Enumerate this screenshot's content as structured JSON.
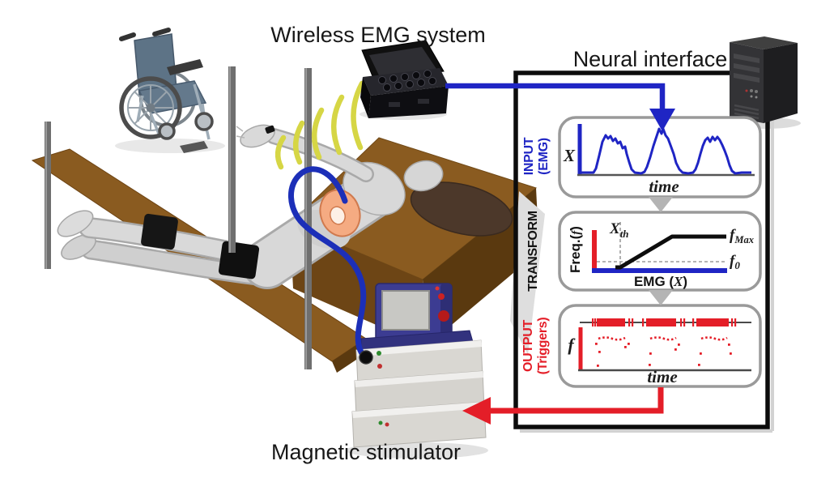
{
  "scene": {
    "title_top": "Wireless EMG system",
    "title_right": "Neural interface",
    "title_bottom": "Magnetic stimulator"
  },
  "colors": {
    "blue": "#1f25c4",
    "red": "#e41e28",
    "yellow": "#d6d645",
    "gray_arrow": "#b4b4b4",
    "panel_border": "#9a9a9a",
    "box_border": "#0c0c0c"
  },
  "input_panel": {
    "side_label_1": "INPUT",
    "side_label_2": "(EMG)",
    "y_label": "X",
    "x_label": "time"
  },
  "transform_panel": {
    "side_label": "TRANSFORM",
    "y_label_pre": "Freq.(",
    "y_label_f": "f",
    "y_label_post": ")",
    "threshold_main": "X",
    "threshold_sub": "th",
    "fmax_main": "f",
    "fmax_sub": "Max",
    "f0_main": "f",
    "f0_sub": "0",
    "x_label_pre": "EMG (",
    "x_label_x": "X",
    "x_label_post": ")"
  },
  "output_panel": {
    "side_label_1": "OUTPUT",
    "side_label_2": "(Triggers)",
    "y_label": "f",
    "x_label": "time"
  }
}
